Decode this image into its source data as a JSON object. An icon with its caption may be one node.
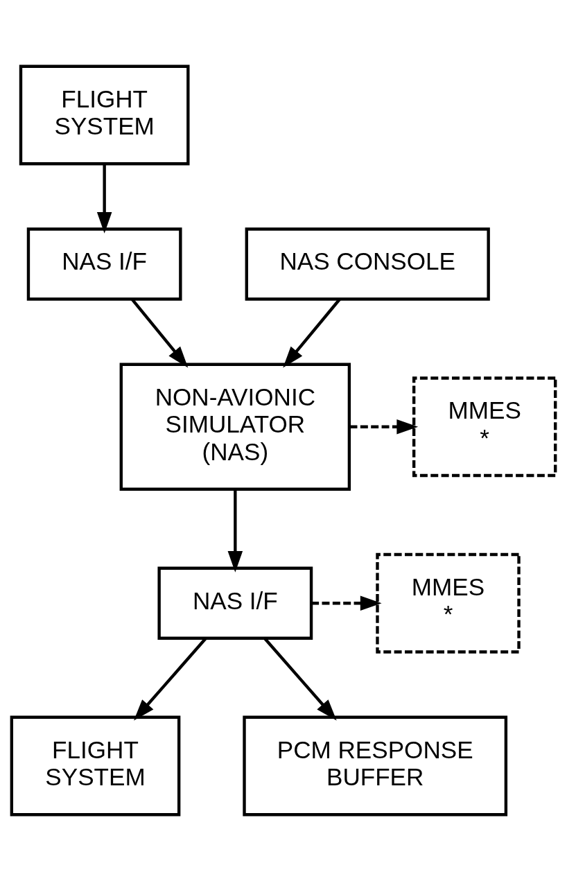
{
  "diagram": {
    "nodes": [
      {
        "text": [
          "FLIGHT SYSTEM"
        ]
      },
      {
        "text": [
          "NAS I/F"
        ]
      },
      {
        "text": [
          "NAS CONSOLE"
        ]
      },
      {
        "text": [
          "MMES",
          "*"
        ]
      },
      {
        "text": [
          "NON-AVIONIC SIMULATOR (NAS)"
        ]
      },
      {
        "text": [
          "MMES",
          "*"
        ]
      },
      {
        "text": [
          "NAS I/F"
        ]
      },
      {
        "text": [
          "FLIGHT SYSTEM"
        ]
      },
      {
        "text": [
          "PCM RESPONSE BUFFER"
        ]
      }
    ],
    "edges": [
      {
        "from": 0,
        "to": 1,
        "arrow": "to"
      },
      {
        "from": 1,
        "to": 4,
        "arrow": "to"
      },
      {
        "from": 2,
        "to": 4,
        "arrow": "to"
      },
      {
        "from": 4,
        "to": 3,
        "arrow": "to",
        "style": "dashed"
      },
      {
        "from": 4,
        "to": 6,
        "arrow": "to"
      },
      {
        "from": 6,
        "to": 5,
        "arrow": "to",
        "style": "dashed"
      },
      {
        "from": 6,
        "to": 7,
        "arrow": "to"
      },
      {
        "from": 6,
        "to": 8,
        "arrow": "to"
      }
    ]
  }
}
